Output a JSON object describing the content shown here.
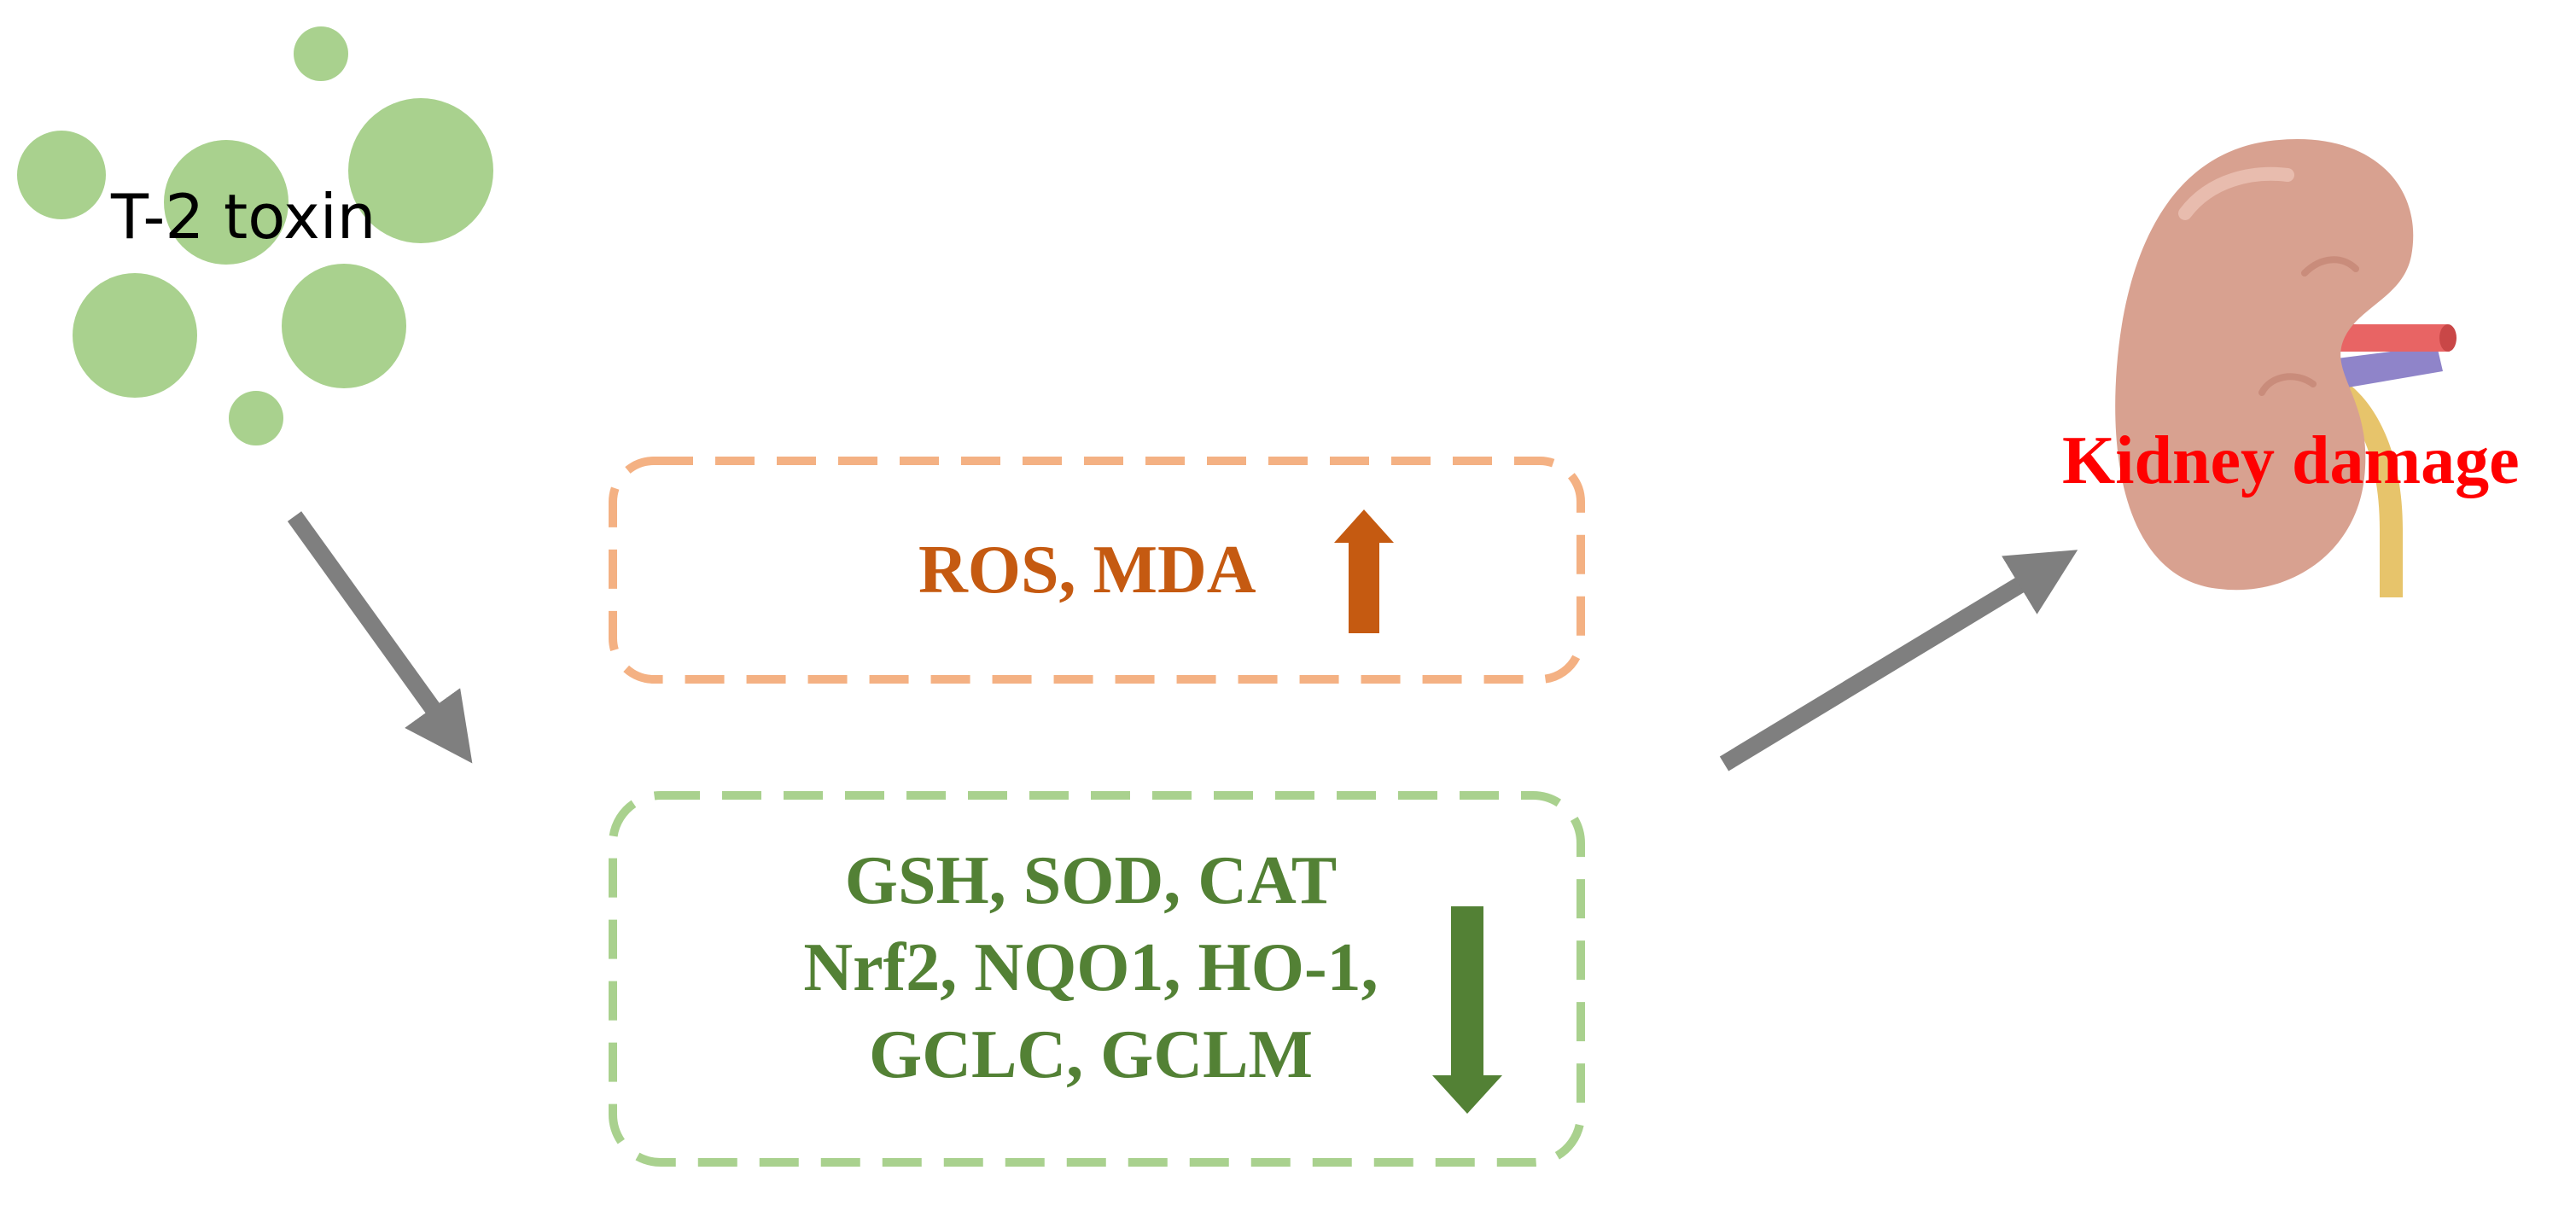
{
  "toxin": {
    "label": "T-2 toxin",
    "color": "#a9d18e"
  },
  "increased": {
    "label": "ROS, MDA",
    "direction": "up",
    "text_color": "#c55a11",
    "border_color": "#f4b183"
  },
  "decreased": {
    "lines": [
      "GSH, SOD, CAT",
      "Nrf2, NQO1, HO-1,",
      "GCLC, GCLM"
    ],
    "direction": "down",
    "text_color": "#538135",
    "border_color": "#a9d18e"
  },
  "outcome": {
    "label": "Kidney damage",
    "color": "#ff0000",
    "icon": "kidney-icon"
  },
  "arrow_color": "#7f7f7f"
}
